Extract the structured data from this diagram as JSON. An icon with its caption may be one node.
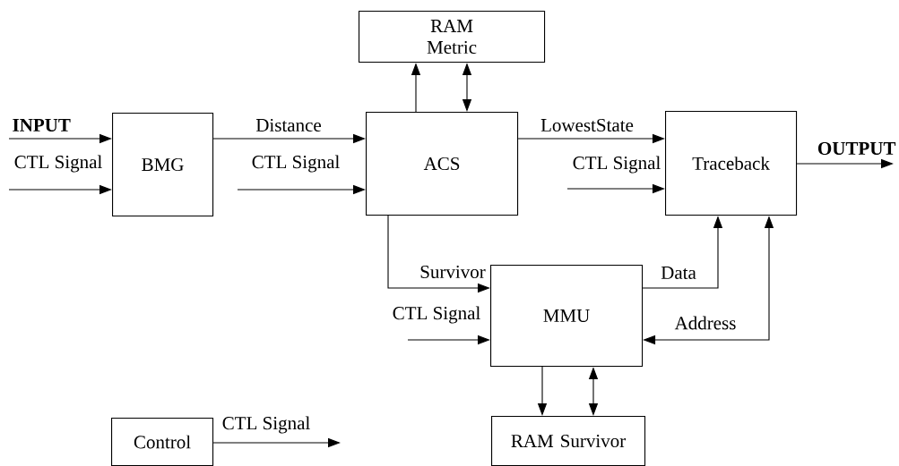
{
  "diagram": {
    "nodes": [
      {
        "text": [
          "RAM Metric"
        ]
      },
      {
        "text": [
          "BMG"
        ]
      },
      {
        "text": [
          "ACS"
        ]
      },
      {
        "text": [
          "Traceback"
        ]
      },
      {
        "text": [
          "MMU"
        ]
      },
      {
        "text": [
          "RAM Survivor"
        ]
      },
      {
        "text": [
          "Control"
        ]
      }
    ],
    "edges": [
      {
        "from": null,
        "to": 1,
        "arrow": "to",
        "label": "INPUT"
      },
      {
        "from": null,
        "to": 1,
        "arrow": "to",
        "label": "CTL Signal"
      },
      {
        "from": 1,
        "to": 2,
        "arrow": "to",
        "label": "Distance"
      },
      {
        "from": null,
        "to": 2,
        "arrow": "to",
        "label": "CTL Signal"
      },
      {
        "from": 2,
        "to": 0,
        "arrow": "to"
      },
      {
        "from": 2,
        "to": 0,
        "arrow": "both"
      },
      {
        "from": 2,
        "to": 3,
        "arrow": "to",
        "label": "LowestState"
      },
      {
        "from": null,
        "to": 3,
        "arrow": "to",
        "label": "CTL Signal"
      },
      {
        "from": 3,
        "to": null,
        "arrow": "to",
        "label": "OUTPUT"
      },
      {
        "from": 2,
        "to": 4,
        "arrow": "to",
        "label": "Survivor"
      },
      {
        "from": null,
        "to": 4,
        "arrow": "to",
        "label": "CTL Signal"
      },
      {
        "from": 4,
        "to": 3,
        "arrow": "to",
        "label": "Data"
      },
      {
        "from": 3,
        "to": 4,
        "arrow": "both",
        "label": "Address"
      },
      {
        "from": 4,
        "to": 5,
        "arrow": "to"
      },
      {
        "from": 4,
        "to": 5,
        "arrow": "both"
      },
      {
        "from": 6,
        "to": null,
        "arrow": "to",
        "label": "CTL Signal"
      }
    ]
  }
}
